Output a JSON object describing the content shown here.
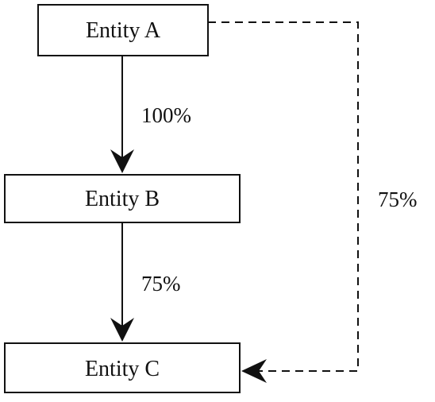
{
  "diagram": {
    "nodes": {
      "entity_a": {
        "label": "Entity A"
      },
      "entity_b": {
        "label": "Entity B"
      },
      "entity_c": {
        "label": "Entity C"
      }
    },
    "edges": {
      "a_to_b": {
        "from": "Entity A",
        "to": "Entity B",
        "label": "100%",
        "style": "solid"
      },
      "b_to_c": {
        "from": "Entity B",
        "to": "Entity C",
        "label": "75%",
        "style": "solid"
      },
      "a_to_c": {
        "from": "Entity A",
        "to": "Entity C",
        "label": "75%",
        "style": "dashed"
      }
    },
    "colors": {
      "line": "#111111",
      "background": "#ffffff"
    }
  }
}
